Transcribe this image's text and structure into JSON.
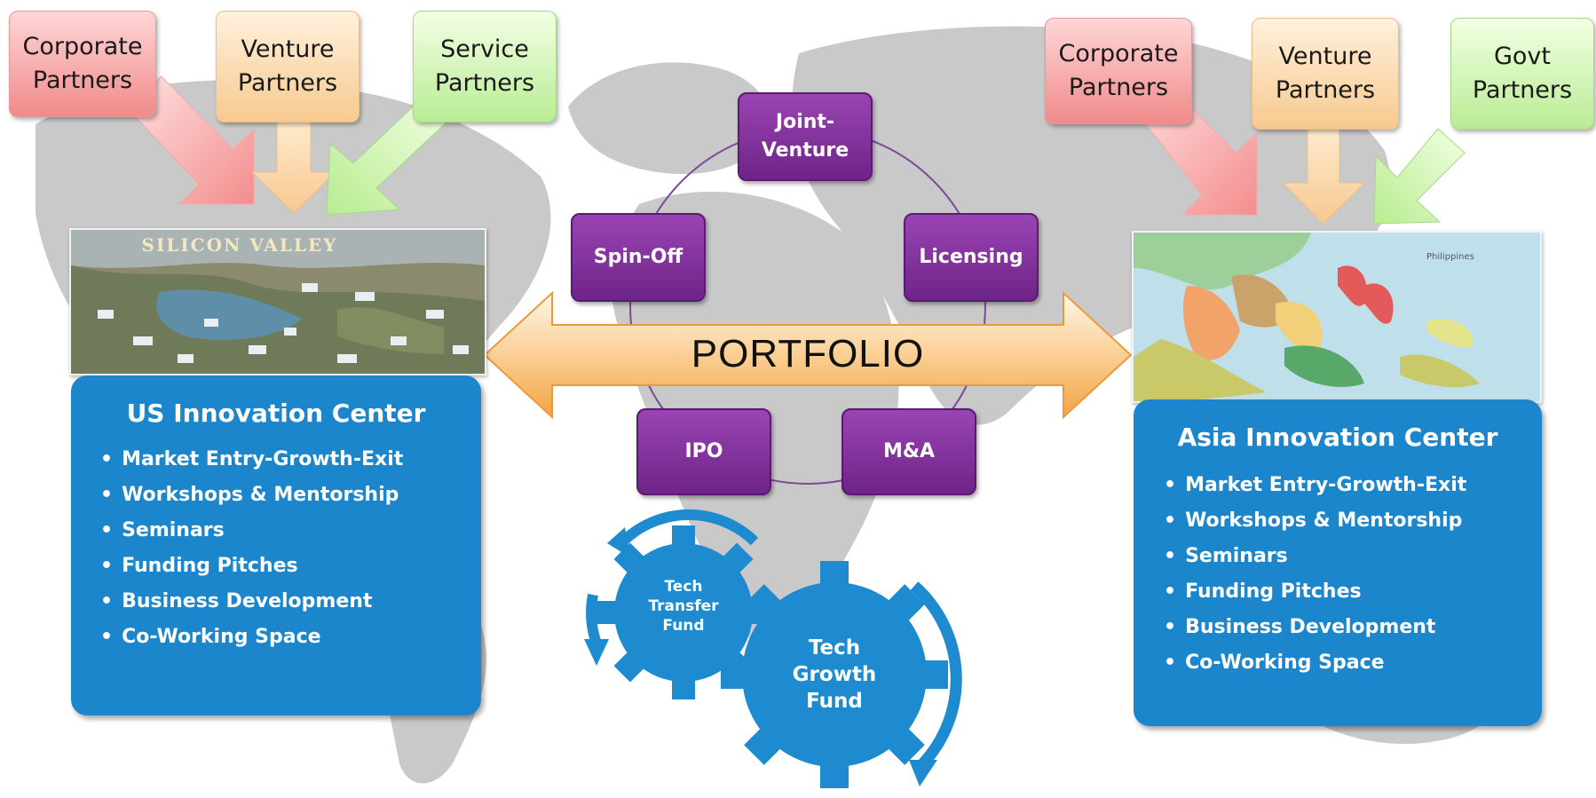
{
  "left_partners": {
    "corporate": "Corporate\nPartners",
    "venture": "Venture\nPartners",
    "service": "Service\nPartners"
  },
  "right_partners": {
    "corporate": "Corporate\nPartners",
    "venture": "Venture\nPartners",
    "govt": "Govt\nPartners"
  },
  "us_center": {
    "photo_label": "SILICON VALLEY",
    "title": "US Innovation Center",
    "items": [
      "Market Entry-Growth-Exit",
      "Workshops & Mentorship",
      "Seminars",
      "Funding Pitches",
      "Business Development",
      "Co-Working Space"
    ]
  },
  "asia_center": {
    "map_label": "Philippines",
    "title": "Asia Innovation Center",
    "items": [
      "Market Entry-Growth-Exit",
      "Workshops & Mentorship",
      "Seminars",
      "Funding Pitches",
      "Business Development",
      "Co-Working Space"
    ]
  },
  "portfolio": {
    "label": "PORTFOLIO",
    "options": {
      "joint_venture": "Joint-\nVenture",
      "spin_off": "Spin-Off",
      "licensing": "Licensing",
      "ipo": "IPO",
      "ma": "M&A"
    }
  },
  "funds": {
    "small_gear": "Tech\nTransfer\nFund",
    "large_gear": "Tech\nGrowth\nFund"
  },
  "colors": {
    "center_blue": "#1b86cc",
    "option_purple": "#7a2c94",
    "gear_blue": "#1e8bd0",
    "arrow_orange": "#f7b55c",
    "map_gray": "#c9c9c9"
  }
}
